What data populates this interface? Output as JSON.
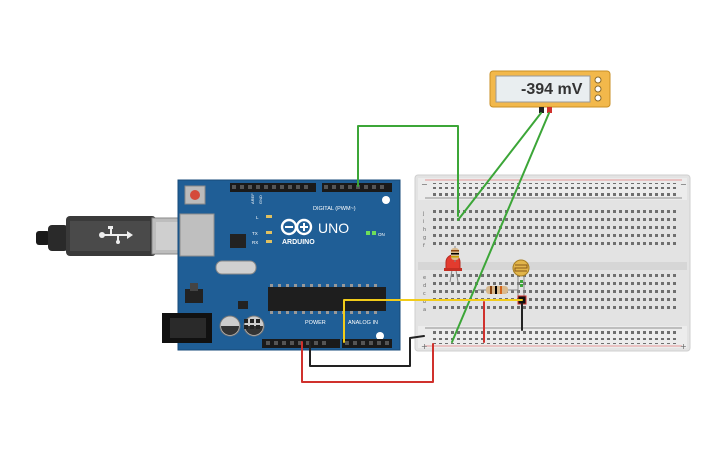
{
  "multimeter": {
    "reading": "-394 mV"
  },
  "arduino": {
    "brand": "ARDUINO",
    "model": "UNO",
    "digital_label": "DIGITAL (PWM~)",
    "power_label": "POWER",
    "analog_label": "ANALOG IN",
    "on_label": "ON",
    "tx_label": "TX",
    "rx_label": "RX",
    "l_label": "L",
    "aref_label": "AREF",
    "gnd_label": "GND"
  },
  "breadboard": {
    "row_letters_top": [
      "j",
      "i",
      "h",
      "g",
      "f"
    ],
    "row_letters_bottom": [
      "e",
      "d",
      "c",
      "b",
      "a"
    ],
    "minus_sign": "−",
    "plus_sign": "+"
  },
  "colors": {
    "board": "#1f5e96",
    "wire_green": "#3ca638",
    "wire_red": "#d0312d",
    "wire_black": "#222222",
    "wire_yellow": "#f2cc1a",
    "multimeter": "#f2b84b"
  }
}
